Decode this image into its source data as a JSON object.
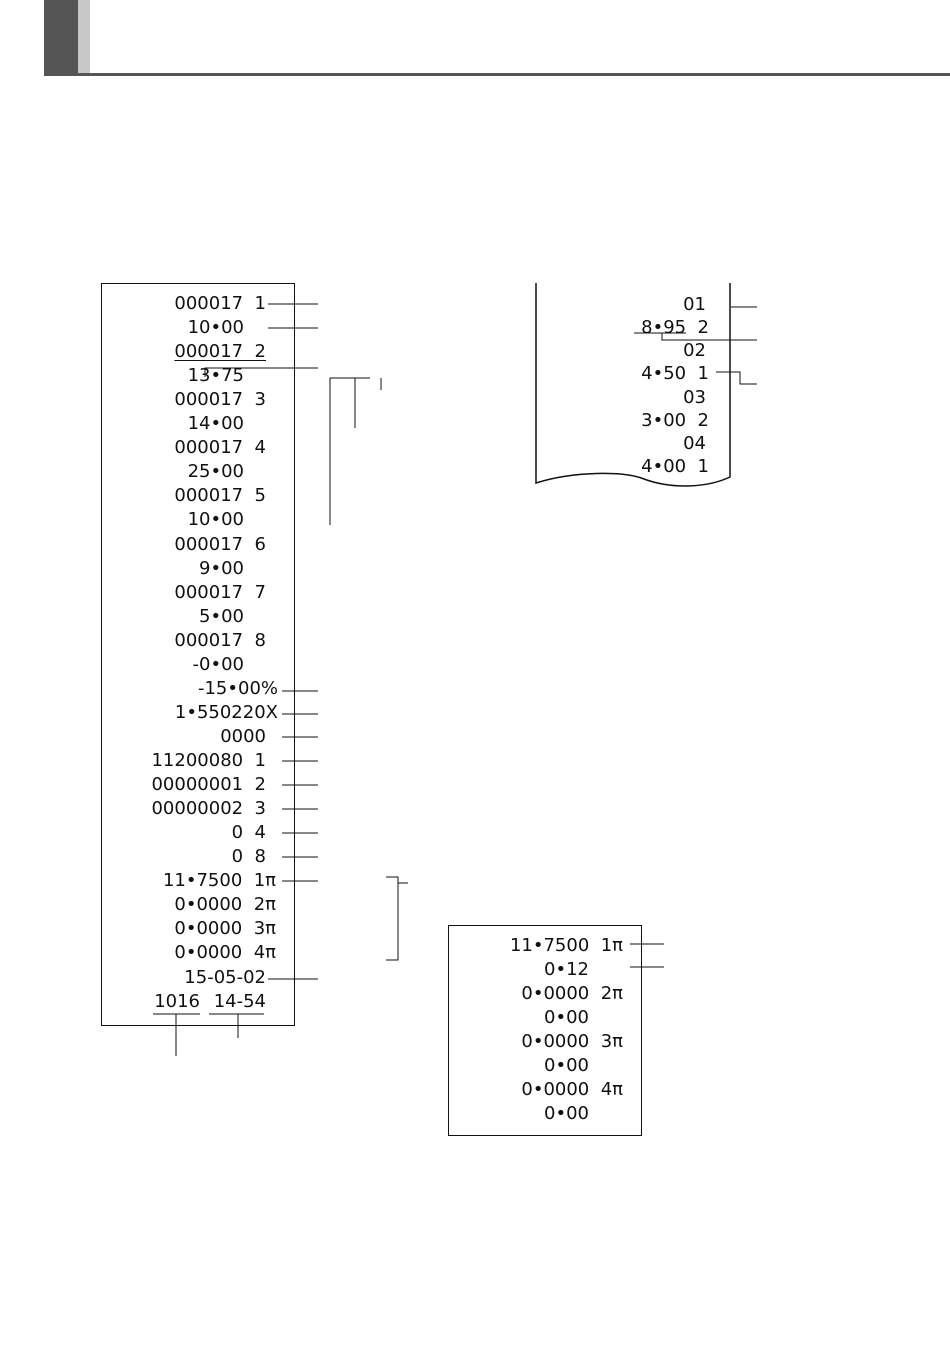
{
  "receipt_main": {
    "lines": [
      "000017  1",
      "10•00",
      "000017  2",
      "13•75",
      "000017  3",
      "14•00",
      "000017  4",
      "25•00",
      "000017  5",
      "10•00",
      "000017  6",
      "9•00",
      "000017  7",
      "5•00",
      "000017  8",
      "-0•00",
      "-15•00%",
      "1•550220X",
      "0000",
      "11200080  1",
      "00000001  2",
      "00000002  3",
      "0  4",
      "0  8",
      "11•7500  1π",
      "0•0000  2π",
      "0•0000  3π",
      "0•0000  4π",
      "15-05-02"
    ],
    "footer_left": "1016",
    "footer_right": "14-54"
  },
  "receipt_top": {
    "lines": [
      "01",
      "8•95  2",
      "02",
      "4•50  1",
      "03",
      "3•00  2",
      "04",
      "4•00  1"
    ]
  },
  "receipt_small": {
    "lines": [
      "11•7500  1π",
      "0•12",
      "0•0000  2π",
      "0•00",
      "0•0000  3π",
      "0•00",
      "0•0000  4π",
      "0•00"
    ]
  }
}
